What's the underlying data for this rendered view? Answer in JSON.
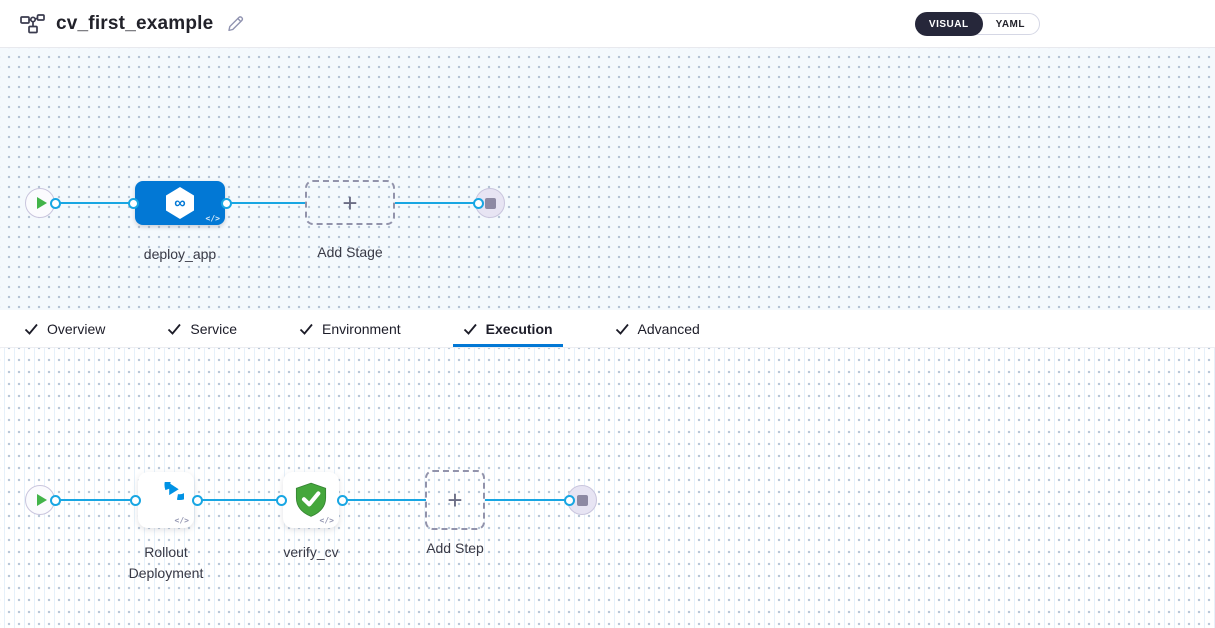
{
  "header": {
    "title": "cv_first_example",
    "view_toggle": {
      "options": [
        "VISUAL",
        "YAML"
      ],
      "selected": "VISUAL"
    }
  },
  "icons": {
    "infinity": "∞",
    "plus": "+",
    "code_badge": "</>"
  },
  "colors": {
    "accent_blue": "#0278D5",
    "connector_blue": "#18A6E3",
    "stage_blue": "#0278D5",
    "success_green": "#45A73C",
    "play_green": "#42B44A",
    "toggle_dark": "#26273A",
    "canvas_tint": "#F4F9FD"
  },
  "stage_canvas": {
    "stage_label": "deploy_app",
    "add_stage_label": "Add Stage"
  },
  "tabs": [
    {
      "label": "Overview",
      "checked": true,
      "active": false
    },
    {
      "label": "Service",
      "checked": true,
      "active": false
    },
    {
      "label": "Environment",
      "checked": true,
      "active": false
    },
    {
      "label": "Execution",
      "checked": true,
      "active": true
    },
    {
      "label": "Advanced",
      "checked": true,
      "active": false
    }
  ],
  "execution_canvas": {
    "steps": [
      {
        "name": "Rollout Deployment",
        "icon": "rollout-arrow-icon"
      },
      {
        "name": "verify_cv",
        "icon": "shield-check-icon"
      }
    ],
    "add_step_label": "Add Step"
  }
}
